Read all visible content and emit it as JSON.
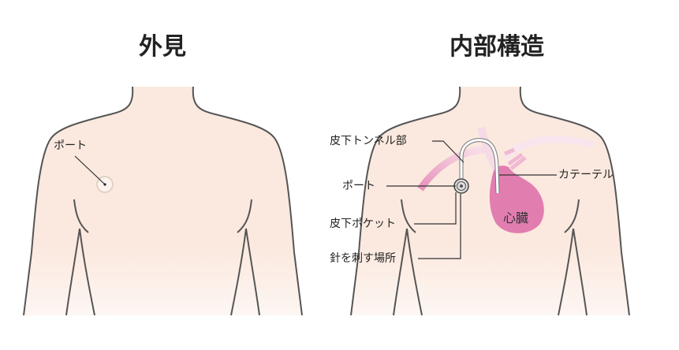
{
  "left_panel": {
    "title": "外見",
    "port_label": "ポート"
  },
  "right_panel": {
    "title": "内部構造",
    "labels": {
      "tunnel": "皮下トンネル部",
      "port": "ポート",
      "pocket": "皮下ポケット",
      "needle_site": "針を刺す場所",
      "catheter": "カテーテル",
      "heart": "心臓"
    }
  },
  "colors": {
    "skin": "#fbe9df",
    "outline": "#555555",
    "heart": "#e27db0",
    "vessel": "#f2bcd6"
  }
}
